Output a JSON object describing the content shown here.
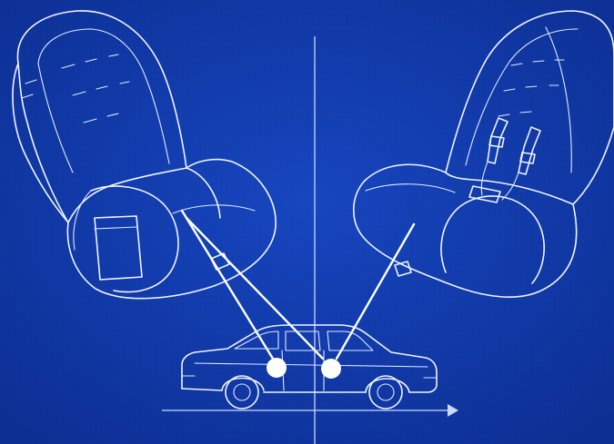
{
  "figure": {
    "background": "#0f3aa8",
    "line_color": "#eef3ff",
    "marker_color": "#ffffff",
    "elements": [
      {
        "id": "rear-seat-backrest",
        "icon": "rear-seat-icon"
      },
      {
        "id": "front-seat-with-harness",
        "icon": "front-seat-icon"
      },
      {
        "id": "car-side-view",
        "icon": "car-icon"
      },
      {
        "id": "seat-position-marker-rear",
        "icon": "dot-icon"
      },
      {
        "id": "seat-position-marker-front",
        "icon": "dot-icon"
      }
    ]
  }
}
